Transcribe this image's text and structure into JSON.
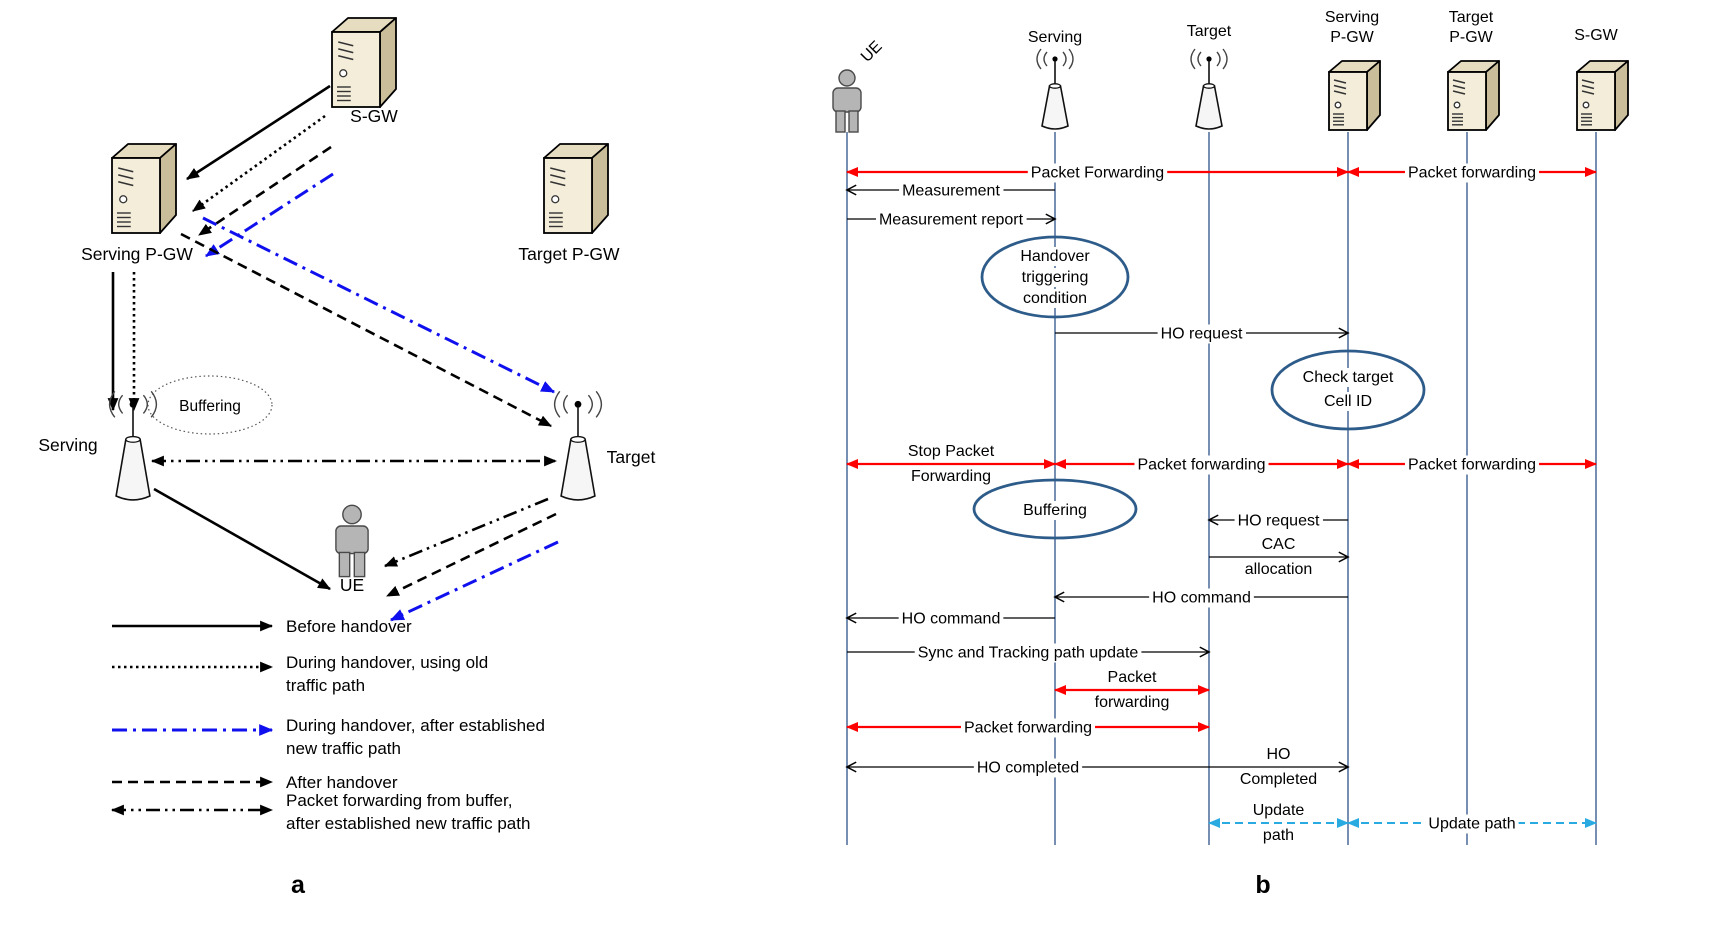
{
  "figure": {
    "panel_a": {
      "caption": "a",
      "nodes": {
        "sgw": {
          "label": "S-GW",
          "type": "server"
        },
        "serving_pgw": {
          "label": "Serving P-GW",
          "type": "server"
        },
        "target_pgw": {
          "label": "Target P-GW",
          "type": "server"
        },
        "serving_enb": {
          "label": "Serving",
          "type": "antenna"
        },
        "target_enb": {
          "label": "Target",
          "type": "antenna"
        },
        "ue": {
          "label": "UE",
          "type": "person"
        },
        "buffering": {
          "label": "Buffering",
          "type": "dotted-ellipse"
        }
      },
      "legend": [
        {
          "style": "solid_black",
          "lines": [
            "Before handover"
          ]
        },
        {
          "style": "dotted_black",
          "lines": [
            "During handover, using old",
            "traffic path"
          ]
        },
        {
          "style": "blue_dashdot",
          "lines": [
            "During handover, after established",
            "new traffic path"
          ]
        },
        {
          "style": "dashed_black",
          "lines": [
            "After handover"
          ]
        },
        {
          "style": "dashdotdot_double",
          "lines": [
            "Packet forwarding from buffer,",
            "after established new traffic path"
          ]
        }
      ]
    },
    "panel_b": {
      "caption": "b",
      "actors": [
        {
          "id": "ue",
          "label": "UE",
          "label_lines": [
            "UE"
          ],
          "type": "person",
          "label_rotated": true
        },
        {
          "id": "serving",
          "label": "Serving",
          "label_lines": [
            "Serving"
          ],
          "type": "antenna",
          "label_rotated": false
        },
        {
          "id": "target",
          "label": "Target",
          "label_lines": [
            "Target"
          ],
          "type": "antenna",
          "label_rotated": false
        },
        {
          "id": "serving_pgw",
          "label": "Serving P-GW",
          "label_lines": [
            "Serving",
            "P-GW"
          ],
          "type": "server",
          "label_rotated": false
        },
        {
          "id": "target_pgw",
          "label": "Target P-GW",
          "label_lines": [
            "Target",
            "P-GW"
          ],
          "type": "server",
          "label_rotated": false
        },
        {
          "id": "sgw",
          "label": "S-GW",
          "label_lines": [
            "S-GW"
          ],
          "type": "server",
          "label_rotated": false
        }
      ],
      "messages": [
        {
          "label": "Packet Forwarding",
          "from": "ue",
          "to": "serving_pgw",
          "style": "red",
          "double": true
        },
        {
          "label": "Packet forwarding",
          "from": "serving_pgw",
          "to": "sgw",
          "style": "red",
          "double": true
        },
        {
          "label": "Measurement",
          "from": "serving",
          "to": "ue",
          "style": "black",
          "double": false
        },
        {
          "label": "Measurement report",
          "from": "ue",
          "to": "serving",
          "style": "black",
          "double": false
        },
        {
          "label": "HO request",
          "from": "serving",
          "to": "serving_pgw",
          "style": "black",
          "double": false
        },
        {
          "lines": [
            "Stop Packet",
            "Forwarding"
          ],
          "from": "ue",
          "to": "serving",
          "style": "red",
          "double": true
        },
        {
          "label": "Packet forwarding",
          "from": "serving",
          "to": "serving_pgw",
          "style": "red",
          "double": true
        },
        {
          "label": "Packet forwarding",
          "from": "serving_pgw",
          "to": "sgw",
          "style": "red",
          "double": true
        },
        {
          "label": "HO request",
          "from": "serving_pgw",
          "to": "target",
          "style": "black",
          "double": false
        },
        {
          "lines": [
            "CAC",
            "allocation"
          ],
          "from": "target",
          "to": "serving_pgw",
          "style": "black",
          "double": false
        },
        {
          "label": "HO command",
          "from": "serving_pgw",
          "to": "serving",
          "style": "black",
          "double": false
        },
        {
          "label": "HO command",
          "from": "serving",
          "to": "ue",
          "style": "black",
          "double": false
        },
        {
          "label": "Sync and Tracking path update",
          "from": "ue",
          "to": "target",
          "style": "black",
          "double": false
        },
        {
          "lines": [
            "Packet",
            "forwarding"
          ],
          "from": "serving",
          "to": "target",
          "style": "red",
          "double": true
        },
        {
          "label": "Packet  forwarding",
          "from": "ue",
          "to": "target",
          "style": "red",
          "double": true
        },
        {
          "label": "HO completed",
          "from": "target",
          "to": "ue",
          "style": "black",
          "double": false
        },
        {
          "lines": [
            "HO",
            "Completed"
          ],
          "from": "target",
          "to": "serving_pgw",
          "style": "black",
          "double": false
        },
        {
          "lines": [
            "Update",
            "path"
          ],
          "from": "target",
          "to": "serving_pgw",
          "style": "cyan",
          "double": true
        },
        {
          "label": "Update path",
          "from": "serving_pgw",
          "to": "sgw",
          "style": "cyan",
          "double": true
        }
      ],
      "annotations": [
        {
          "on": "serving",
          "lines": [
            "Handover",
            "triggering",
            "condition"
          ]
        },
        {
          "on": "serving_pgw",
          "lines": [
            "Check target",
            "Cell ID"
          ]
        },
        {
          "on": "serving",
          "lines": [
            "Buffering"
          ]
        }
      ]
    },
    "colors": {
      "red": "#ff0000",
      "blue": "#1010ee",
      "cyan": "#29abe2",
      "ellipse_stroke": "#2e5c8a",
      "lifeline": "#3c5f91",
      "server_front": "#f3edda",
      "server_side": "#c9bd9a",
      "server_top": "#e6dcc0",
      "person_fill": "#b5b5b5",
      "antenna_fill": "#f6f6f6"
    }
  }
}
